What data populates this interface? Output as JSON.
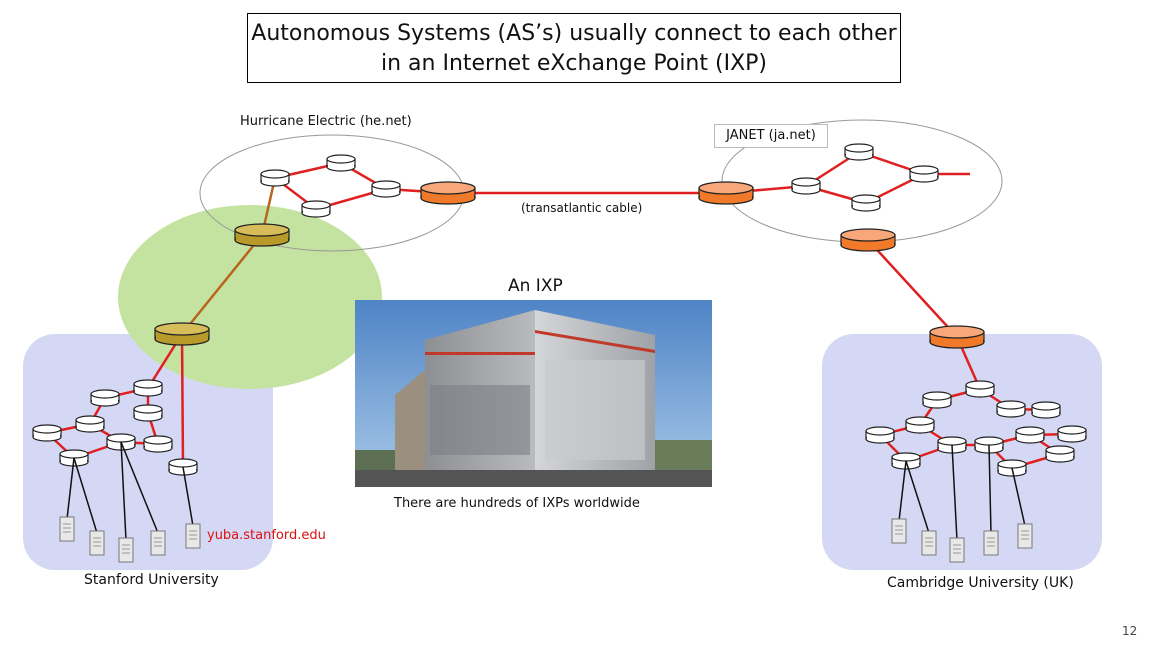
{
  "title": {
    "line1": "Autonomous Systems (AS’s) usually connect to each other",
    "line2": "in an Internet eXchange Point (IXP)"
  },
  "networks": {
    "hurricane": "Hurricane Electric (he.net)",
    "janet": "JANET (ja.net)",
    "cable": "(transatlantic cable)",
    "stanford": "Stanford University",
    "cambridge": "Cambridge University (UK)",
    "host": "yuba.stanford.edu"
  },
  "ixp": {
    "title": "An IXP",
    "caption": "There are hundreds of IXPs worldwide"
  },
  "colors": {
    "link": "#e02020",
    "border_router": "#f07a2a",
    "ixp_router": "#b89a2a",
    "ixp_zone": "#c5e3a0",
    "campus": "#d5d8f4"
  },
  "page_number": "12"
}
